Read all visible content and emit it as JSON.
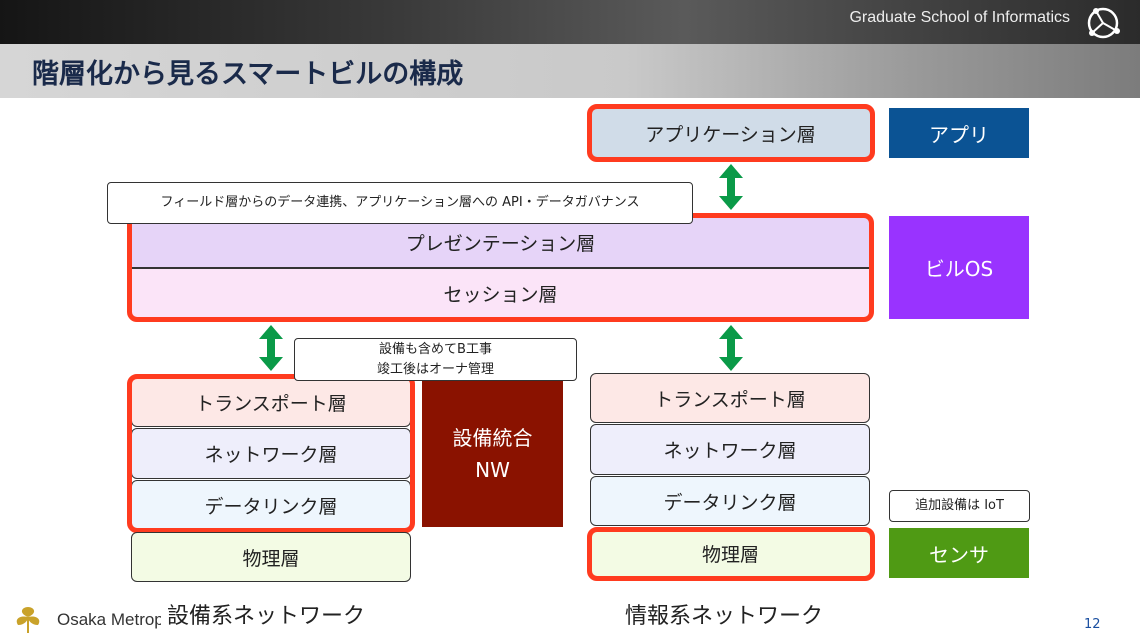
{
  "header": {
    "school": "Graduate School of Informatics",
    "title": "階層化から見るスマートビルの構成"
  },
  "info_network": {
    "application_layer": "アプリケーション層",
    "transport_layer": "トランスポート層",
    "network_layer": "ネットワーク層",
    "datalink_layer": "データリンク層",
    "physical_layer": "物理層",
    "caption": "情報系ネットワーク"
  },
  "building_os": {
    "presentation_layer": "プレゼンテーション層",
    "session_layer": "セッション層",
    "note": "フィールド層からのデータ連携、アプリケーション層への API・データガバナンス"
  },
  "facility_network": {
    "transport_layer": "トランスポート層",
    "network_layer": "ネットワーク層",
    "datalink_layer": "データリンク層",
    "physical_layer": "物理層",
    "caption": "設備系ネットワーク",
    "note_line1": "設備も含めてB工事",
    "note_line2": "竣工後はオーナ管理",
    "integrated_nw_line1": "設備統合",
    "integrated_nw_line2": "NW"
  },
  "tags": {
    "app": "アプリ",
    "building_os": "ビルOS",
    "sensor": "センサ",
    "iot_note": "追加設備は IoT"
  },
  "footer": {
    "org": "Osaka Metropo",
    "page_number": "12"
  },
  "colors": {
    "accent_red": "#ff3b1f",
    "arrow_green": "#0a9a48",
    "app_blue": "#0b5394",
    "os_purple": "#9933ff",
    "sensor_green": "#4f9a14",
    "nw_darkred": "#8a1200"
  }
}
